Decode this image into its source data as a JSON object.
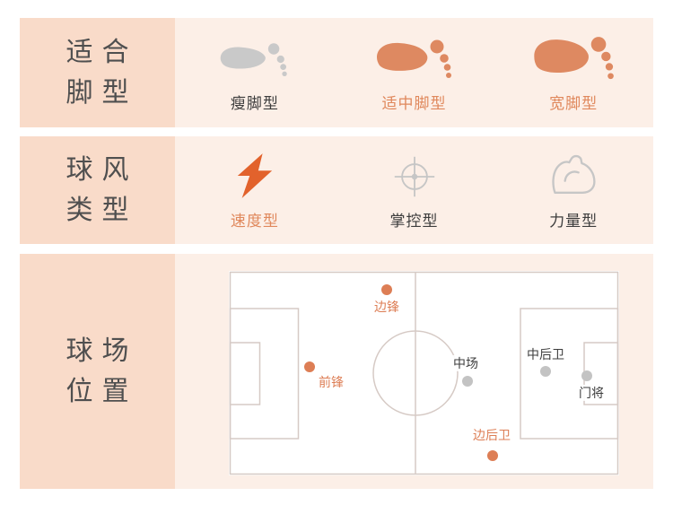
{
  "colors": {
    "accent": "#DE8961",
    "accent_text": "#E0885C",
    "bolt_orange": "#E2622C",
    "icon_gray": "#C6C6C6",
    "label_bg": "#F9DBC9",
    "row_bg": "#FCEFE7",
    "text_dark": "#3D3D3D",
    "field_line": "#D6CAC5"
  },
  "sections": {
    "foot_type": {
      "label_line1": "适合",
      "label_line2": "脚型",
      "items": [
        {
          "name": "瘦脚型",
          "icon": "footprint-thin-icon",
          "highlight": false
        },
        {
          "name": "适中脚型",
          "icon": "footprint-medium-icon",
          "highlight": true
        },
        {
          "name": "宽脚型",
          "icon": "footprint-wide-icon",
          "highlight": true
        }
      ]
    },
    "play_style": {
      "label_line1": "球风",
      "label_line2": "类型",
      "items": [
        {
          "name": "速度型",
          "icon": "lightning-icon",
          "highlight": true
        },
        {
          "name": "掌控型",
          "icon": "target-icon",
          "highlight": false
        },
        {
          "name": "力量型",
          "icon": "muscle-icon",
          "highlight": false
        }
      ]
    },
    "positions": {
      "label_line1": "球场",
      "label_line2": "位置",
      "markers": [
        {
          "name": "边锋",
          "role": "winger",
          "highlight": true
        },
        {
          "name": "前锋",
          "role": "forward",
          "highlight": true
        },
        {
          "name": "中场",
          "role": "midfielder",
          "highlight": false
        },
        {
          "name": "中后卫",
          "role": "center-back",
          "highlight": false
        },
        {
          "name": "门将",
          "role": "goalkeeper",
          "highlight": false
        },
        {
          "name": "边后卫",
          "role": "full-back",
          "highlight": true
        }
      ]
    }
  }
}
